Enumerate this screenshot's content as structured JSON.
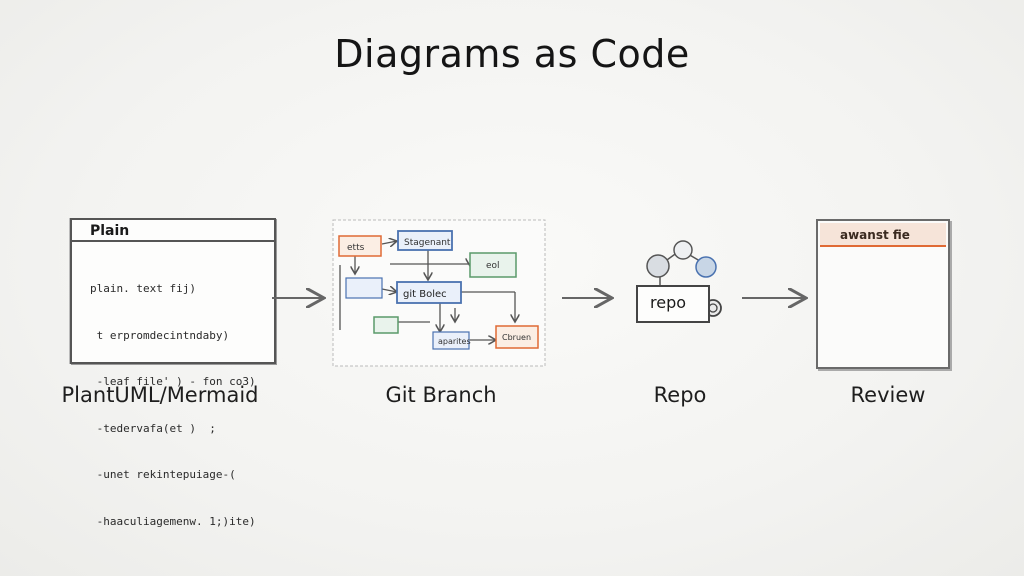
{
  "title": "Diagrams as Code",
  "stages": [
    {
      "label": "PlantUML/Mermaid",
      "card_header": "Plain",
      "card_lines": [
        "plain. text fij)",
        " t erpromdecintndaby)",
        " -leaf file' ) - fon co3)",
        " -tedervafa(et )  ;",
        " -unet rekintepuiage-(",
        " -haaculiagemenw. 1;)ite)"
      ]
    },
    {
      "label": "Git Branch",
      "nodes": [
        "etts",
        "Stagenant",
        "eol",
        "git Bolec",
        "aparites",
        "Cbruen"
      ]
    },
    {
      "label": "Repo",
      "box_text": "repo"
    },
    {
      "label": "Review",
      "card_header": "awanst fie"
    }
  ],
  "colors": {
    "orange": "#e06a35",
    "blue": "#4a72b0",
    "green": "#5a9a6a",
    "ink": "#444444"
  }
}
